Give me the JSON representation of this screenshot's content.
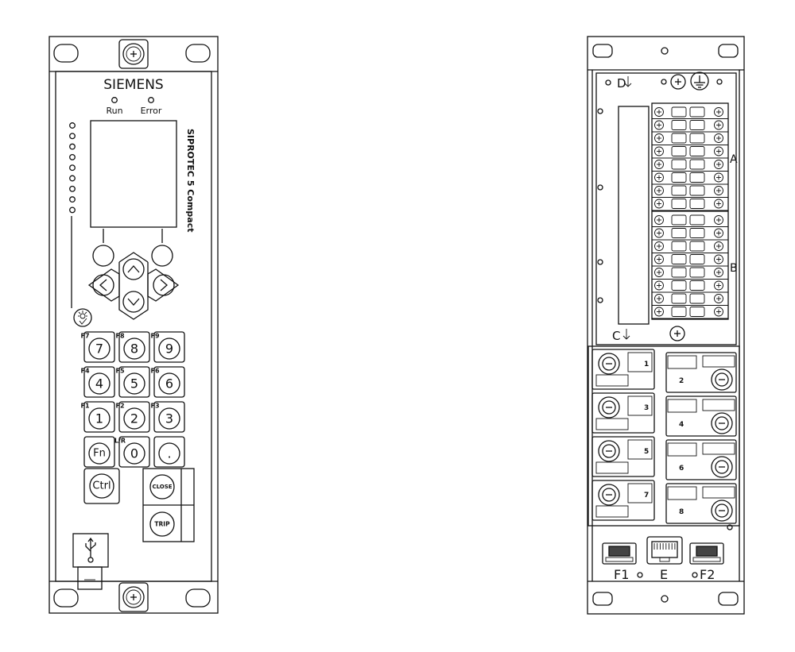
{
  "front_panel": {
    "brand": "SIEMENS",
    "led_run": "Run",
    "led_error": "Error",
    "product_name": "SIPROTEC 5 Compact",
    "led_count": 9,
    "keypad": [
      {
        "main": "7",
        "fn": "F7"
      },
      {
        "main": "8",
        "fn": "F8"
      },
      {
        "main": "9",
        "fn": "F9"
      },
      {
        "main": "4",
        "fn": "F4"
      },
      {
        "main": "5",
        "fn": "F5"
      },
      {
        "main": "6",
        "fn": "F6"
      },
      {
        "main": "1",
        "fn": "F1"
      },
      {
        "main": "2",
        "fn": "F2"
      },
      {
        "main": "3",
        "fn": "F3"
      },
      {
        "main": "Fn",
        "fn": ""
      },
      {
        "main": "0",
        "fn": "L/R"
      },
      {
        "main": ".",
        "fn": ""
      }
    ],
    "ctrl_label": "Ctrl",
    "close_label": "CLOSE",
    "trip_label": "TRIP",
    "usb_icon": "usb-icon",
    "brightness_icon": "brightness-icon"
  },
  "rear_panel": {
    "terminal_d": "D",
    "terminal_c": "C",
    "terminal_a": "A",
    "terminal_b": "B",
    "module_slots": [
      "1",
      "2",
      "3",
      "4",
      "5",
      "6",
      "7",
      "8"
    ],
    "port_f1": "F1",
    "port_e": "E",
    "port_f2": "F2",
    "ground_icon": "ground-icon"
  }
}
